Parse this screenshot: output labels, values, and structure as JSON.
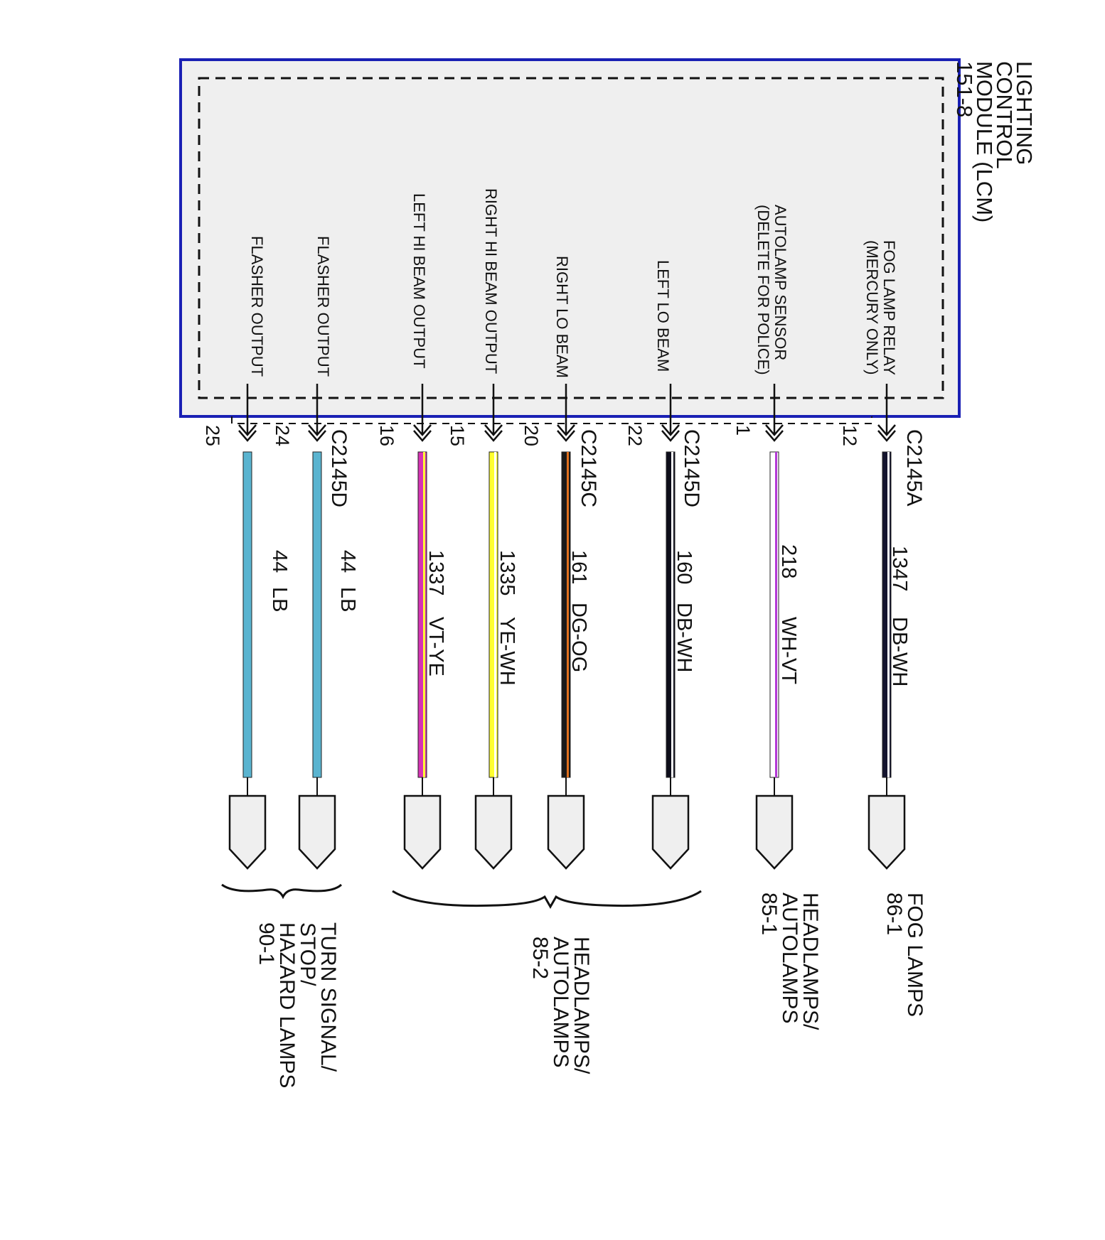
{
  "module": {
    "title_lines": [
      "LIGHTING",
      "CONTROL",
      "MODULE (LCM)",
      "151-8"
    ],
    "border_color": "#1a20b4",
    "fill_color": "#efefef"
  },
  "circuits": [
    {
      "signal": [
        "FLASHER OUTPUT"
      ],
      "pin": "25",
      "connector": "",
      "circuit": "44",
      "color": "LB",
      "wire_colors": [
        "#5ab4d0"
      ]
    },
    {
      "signal": [
        "FLASHER OUTPUT"
      ],
      "pin": "24",
      "connector": "C2145D",
      "circuit": "44",
      "color": "LB",
      "wire_colors": [
        "#5ab4d0"
      ]
    },
    {
      "signal": [
        "LEFT HI BEAM OUTPUT"
      ],
      "pin": "16",
      "connector": "",
      "circuit": "1337",
      "color": "VT-YE",
      "wire_colors": [
        "#d633b4",
        "#ffff33"
      ]
    },
    {
      "signal": [
        "RIGHT HI BEAM OUTPUT"
      ],
      "pin": "15",
      "connector": "",
      "circuit": "1335",
      "color": "YE-WH",
      "wire_colors": [
        "#ffff2e",
        "#ffffff"
      ]
    },
    {
      "signal": [
        "RIGHT LO BEAM"
      ],
      "pin": "20",
      "connector": "C2145C",
      "circuit": "161",
      "color": "DG-OG",
      "wire_colors": [
        "#1a1a1a",
        "#e0701e"
      ]
    },
    {
      "signal": [
        "LEFT LO BEAM"
      ],
      "pin": "22",
      "connector": "C2145D",
      "circuit": "160",
      "color": "DB-WH",
      "wire_colors": [
        "#0d0d1a",
        "#ffffff"
      ]
    },
    {
      "signal": [
        "AUTOLAMP SENSOR",
        "(DELETE FOR POLICE)"
      ],
      "pin": "1",
      "connector": "",
      "circuit": "218",
      "color": "WH-VT",
      "wire_colors": [
        "#ffffff",
        "#b43ad6"
      ]
    },
    {
      "signal": [
        "FOG LAMP RELAY",
        "(MERCURY ONLY)"
      ],
      "pin": "12",
      "connector": "C2145A",
      "circuit": "1347",
      "color": "DB-WH",
      "wire_colors": [
        "#14142e",
        "#ffffff"
      ]
    }
  ],
  "destinations": [
    {
      "lines": [
        "TURN SIGNAL/",
        "STOP/",
        "HAZARD LAMPS",
        "90-1"
      ]
    },
    {
      "lines": [
        "HEADLAMPS/",
        "AUTOLAMPS",
        "85-2"
      ]
    },
    {
      "lines": [
        "HEADLAMPS/",
        "AUTOLAMPS",
        "85-1"
      ]
    },
    {
      "lines": [
        "FOG LAMPS",
        "86-1"
      ]
    }
  ]
}
